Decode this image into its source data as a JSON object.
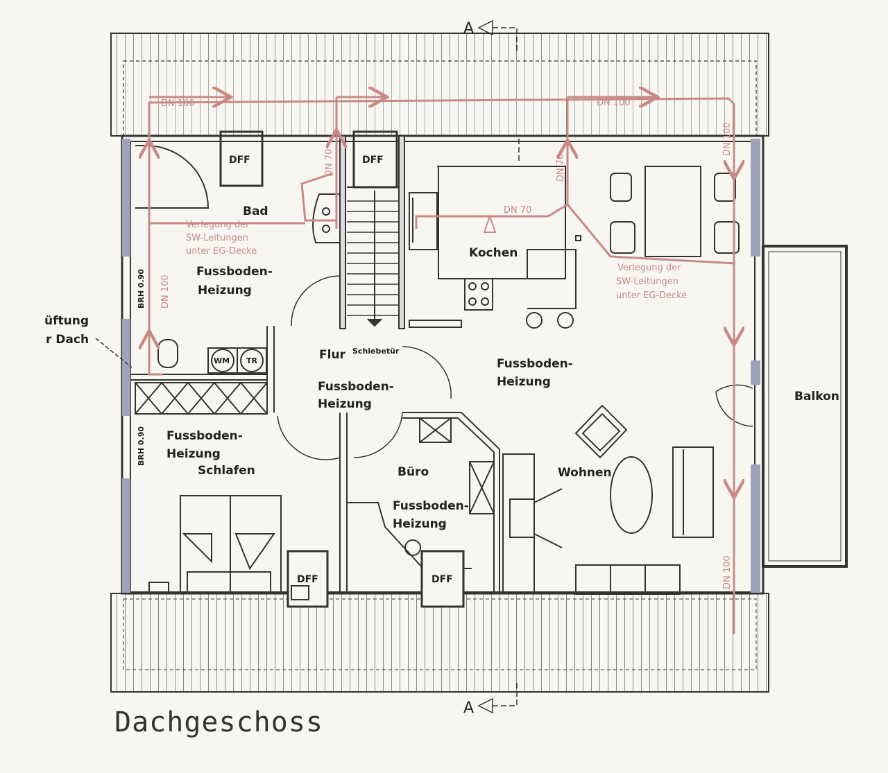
{
  "title": "Dachgeschoss",
  "section_marker": "A",
  "rooms": {
    "bad": "Bad",
    "kochen": "Kochen",
    "flur": "Flur",
    "schiebetuer": "Schiebetür",
    "wohnen": "Wohnen",
    "balkon": "Balkon",
    "schlafen": "Schlafen",
    "buero": "Büro"
  },
  "heating": {
    "line1": "Fussboden-",
    "line2": "Heizung"
  },
  "fixtures": {
    "skylight": "DFF",
    "washer": "WM",
    "dryer": "TR"
  },
  "window_sill": "BRH 0.90",
  "vent": {
    "line1": "üftung",
    "line2": "r Dach"
  },
  "pipes": {
    "dn100": "DN 100",
    "dn70": "DN 70",
    "note_line1": "Verlegung der",
    "note_line2": "SW-Leitungen",
    "note_line3": "unter EG-Decke"
  },
  "colors": {
    "wall": "#333333",
    "pipe": "#c98a85",
    "window": "#9ea3ba",
    "paper": "#f7f6f1"
  }
}
